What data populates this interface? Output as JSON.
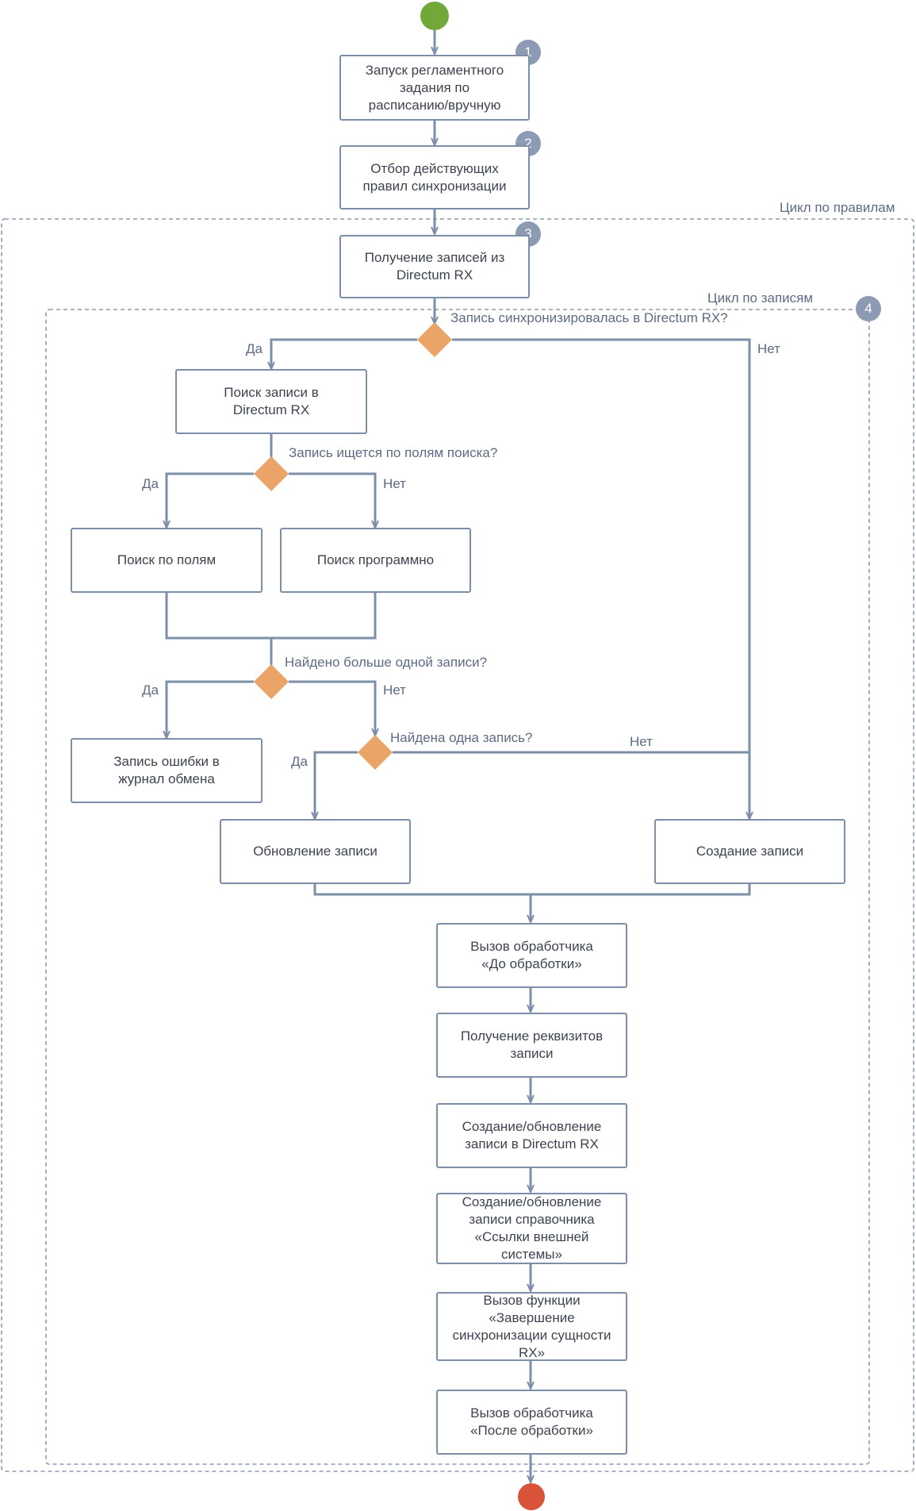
{
  "colors": {
    "line": "#7d8fa8",
    "decision": "#eba468",
    "start": "#72a83a",
    "end": "#d9533b",
    "badge": "#8c9ab3"
  },
  "frames": {
    "rules_loop": "Цикл по правилам",
    "records_loop": "Цикл по записям"
  },
  "badges": [
    "1",
    "2",
    "3",
    "4"
  ],
  "steps": {
    "launch": "Запуск регламентного\nзадания по\nрасписанию/вручную",
    "select_rules": "Отбор действующих\nправил синхронизации",
    "get_records": "Получение записей из\nDirectum RX",
    "search_in_rx": "Поиск записи в\nDirectum RX",
    "search_by_fields": "Поиск по полям",
    "search_programmatic": "Поиск программно",
    "log_error": "Запись ошибки в\nжурнал обмена",
    "update_record": "Обновление записи",
    "create_record": "Создание записи",
    "before_handler": "Вызов обработчика\n«До обработки»",
    "get_requisites": "Получение реквизитов\nзаписи",
    "create_update_rx": "Создание/обновление\nзаписи в Directum RX",
    "create_update_links": "Создание/обновление\nзаписи справочника\n«Ссылки внешней\nсистемы»",
    "finish_function": "Вызов функции\n«Завершение\nсинхронизации сущности\nRX»",
    "after_handler": "Вызов обработчика\n«После обработки»"
  },
  "decisions": {
    "synced": "Запись синхронизировалась в Directum RX?",
    "search_fields": "Запись ищется по полям поиска?",
    "more_than_one": "Найдено больше одной записи?",
    "one_found": "Найдена одна запись?"
  },
  "labels": {
    "yes": "Да",
    "no": "Нет"
  }
}
